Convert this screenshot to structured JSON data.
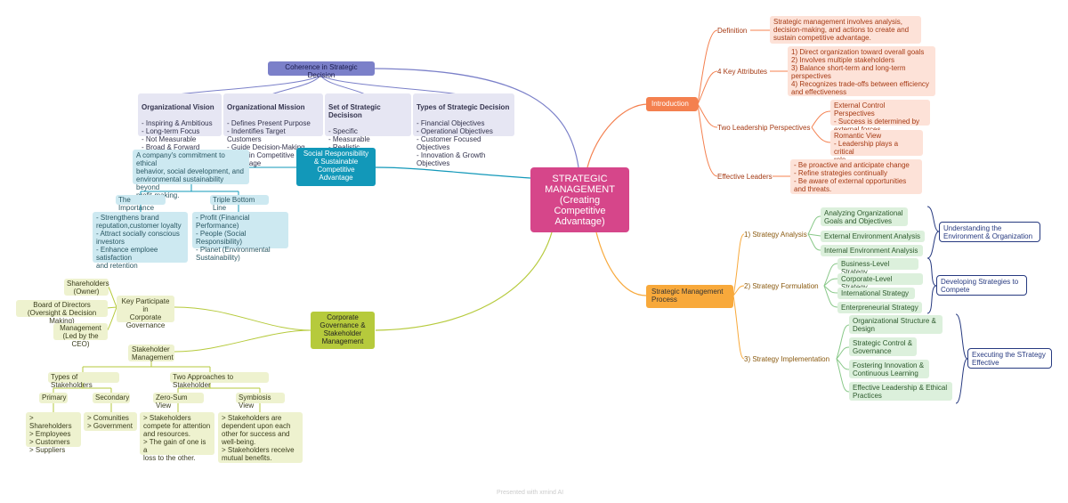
{
  "central": {
    "title": "STRATEGIC MANAGEMENT (Creating Competitive Advantage)"
  },
  "introduction": {
    "label": "Introduction",
    "definition": {
      "label": "Definition",
      "text": "Strategic management involves analysis,\ndecision-making, and actions to create and\nsustain competitive advantage."
    },
    "attributes": {
      "label": "4 Key Attributes",
      "text": "1) Direct organization toward overall goals\n2) Involves multiple stakeholders\n3) Balance short-term and long-term\nperspectives\n4) Recognizes trade-offs between efficiency\nand effectiveness"
    },
    "leadership": {
      "label": "Two Leadership Perspectives",
      "external": "External Control Perspectives\n- Success is determined by\nexternal forces",
      "romantic": "Romantic View\n- Leadership plays a critical\nrole"
    },
    "effective": {
      "label": "Effective Leaders",
      "text": "- Be proactive and anticipate change\n- Refine strategies continually\n- Be aware of external opportunities\nand threats."
    }
  },
  "process": {
    "label": "Strategic Management\nProcess",
    "analysis": {
      "label": "1) Strategy Analysis",
      "items": [
        "Analyzing Organizational\nGoals and Objectives",
        "External Environment Analysis",
        "Internal Environment Analysis"
      ],
      "summary": "Understanding the\nEnvironment & Organization"
    },
    "formulation": {
      "label": "2) Strategy Formulation",
      "items": [
        "Business-Level Strategy",
        "Corporate-Level Strategy",
        "International Strategy",
        "Enterpreneurial Strategy"
      ],
      "summary": "Developing Strategies to\nCompete"
    },
    "implementation": {
      "label": "3) Strategy Implementation",
      "items": [
        "Organizational Structure &\nDesign",
        "Strategic Control &\nGovernance",
        "Fostering Innovation &\nContinuous Learning",
        "Effective Leadership & Ethical\nPractices"
      ],
      "summary": "Executing the STrategy\nEffective"
    }
  },
  "coherence": {
    "label": "Coherence in Strategic Decision",
    "cards": [
      {
        "title": "Organizational Vision",
        "body": "- Inspiring & Ambitious\n- Long-term Focus\n- Not Measurable\n- Broad & Forward Looking"
      },
      {
        "title": "Organizational Mission",
        "body": "- Defines Present Purpose\n- Indentifies Target Customers\n- Guide Decision-Making\n- Explain Competitive Advantage"
      },
      {
        "title": "Set of Strategic Decisison",
        "body": "- Specific\n- Measurable\n- Realistic\n- Time-Bound"
      },
      {
        "title": "Types of Strategic Decision",
        "body": "- Financial Objectives\n- Operational Objectives\n- Customer Focused Objectives\n- Innovation & Growth Objectives"
      }
    ]
  },
  "social": {
    "label": "Social Responsibility\n& Sustainable\nCompetitive\nAdvantage",
    "definition": "A company's commitment to ethical\nbehavior, social development, and\nenvironmental sustainability beyond\nprofit-making.",
    "importance": {
      "label": "The Importance",
      "text": "- Strengthens brand\nreputation,customer loyalty\n- Attract socially conscious\ninvestors\n- Enhance emploee satisfaction\nand retention"
    },
    "tbl": {
      "label": "Triple Bottom Line",
      "text": "- Profit (Financial Performance)\n- People (Social Responsibility)\n- Planet (Environmental\nSustainability)"
    }
  },
  "governance": {
    "label": "Corporate\nGovernance &\nStakeholder\nManagement",
    "key": {
      "label": "Key Participate in\nCorporate\nGovernance",
      "items": [
        "Shareholders\n(Owner)",
        "Board of Directors\n(Oversight & Decision Making)",
        "Management\n(Led by the CEO)"
      ]
    },
    "stakeholder": {
      "label": "Stakeholder\nManagement",
      "types": {
        "label": "Types of Stakeholders",
        "primary": "Primary",
        "secondary": "Secondary",
        "primary_list": "> Shareholders\n> Employees\n> Customers\n> Suppliers",
        "secondary_list": "> Comunities\n> Government"
      },
      "approaches": {
        "label": "Two Approaches to Stakeholder",
        "zero": "Zero-Sum View",
        "symbiosis": "Symbiosis View",
        "zero_text": "> Stakeholders\ncompete for attention\nand resources.\n> The gain of one is a\nloss to the other.",
        "symbiosis_text": "> Stakeholders are\ndependent upon each\nother for success and\nwell-being.\n> Stakeholders receive\nmutual benefits."
      }
    }
  },
  "watermark": "Presented with xmind AI",
  "colors": {
    "central": "#d6468a",
    "introduction": "#f4804f",
    "process": "#f8a93b",
    "social": "#1298b9",
    "coherence": "#7b80c9",
    "governance": "#b6ca3c",
    "summary_border": "#273a80"
  }
}
